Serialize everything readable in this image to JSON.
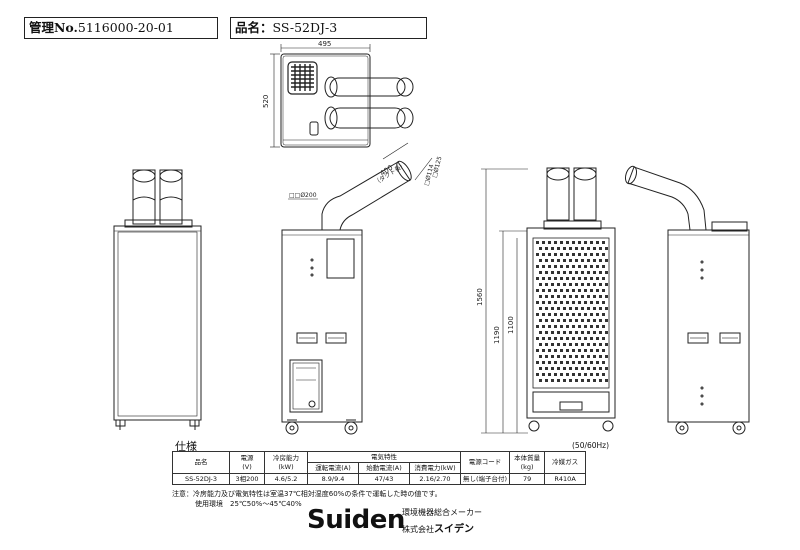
{
  "header": {
    "mgmt_label": "管理No.",
    "mgmt_value": "5116000-20-01",
    "product_label": "品名：",
    "product_value": "SS-52DJ-3"
  },
  "dimensions": {
    "top_width": "495",
    "top_depth": "520",
    "duct_length": "400",
    "duct_length_note": "（ダクト長）",
    "duct_dia_1": "□Ø125",
    "duct_dia_2": "□Ø114",
    "outlet_dia": "□□Ø200",
    "total_height": "1560",
    "height_1190": "1190",
    "height_1100": "1100"
  },
  "specs": {
    "title": "仕様",
    "frequency_note": "(50/60Hz)",
    "headers": {
      "model": "品名",
      "power": "電源",
      "power_unit": "(V)",
      "cooling": "冷房能力",
      "cooling_unit": "(kW)",
      "electrical": "電気特性",
      "running_current": "運転電流(A)",
      "starting_current": "始動電流(A)",
      "power_consumption": "消費電力(kW)",
      "cord": "電源コード",
      "weight": "本体質量",
      "weight_unit": "(kg)",
      "refrigerant": "冷媒ガス"
    },
    "row": {
      "model": "SS-52DJ-3",
      "power": "3相200",
      "cooling": "4.6/5.2",
      "running_current": "8.9/9.4",
      "starting_current": "47/43",
      "power_consumption": "2.16/2.70",
      "cord": "無し(端子台付)",
      "weight": "79",
      "refrigerant": "R410A"
    },
    "note1": "注意：冷房能力及び電気特性は室温37℃相対湿度60%の条件で運転した時の値です。",
    "note2": "使用環境　25℃50%～45℃40%"
  },
  "brand": {
    "logo": "Suiden",
    "tagline": "環境機器総合メーカー",
    "company_prefix": "株式会社",
    "company_name": "スイデン"
  }
}
